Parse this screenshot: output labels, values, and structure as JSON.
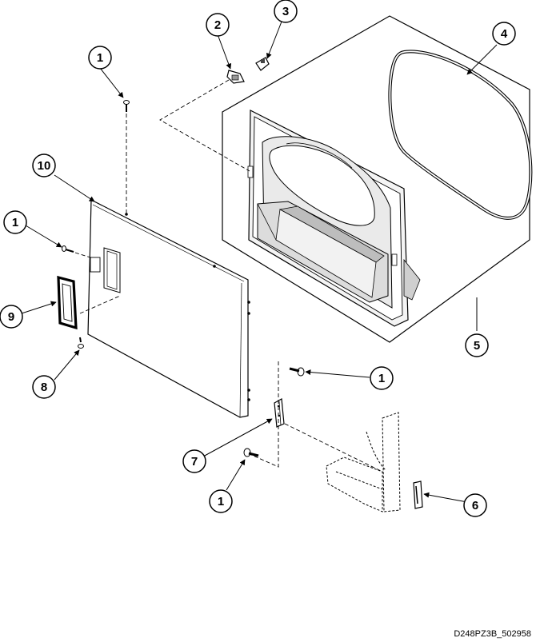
{
  "diagram": {
    "code": "D248PZ3B_502958",
    "callouts": [
      {
        "id": "c1a",
        "label": "1"
      },
      {
        "id": "c2",
        "label": "2"
      },
      {
        "id": "c3",
        "label": "3"
      },
      {
        "id": "c4",
        "label": "4"
      },
      {
        "id": "c10",
        "label": "10"
      },
      {
        "id": "c1b",
        "label": "1"
      },
      {
        "id": "c9",
        "label": "9"
      },
      {
        "id": "c8",
        "label": "8"
      },
      {
        "id": "c5",
        "label": "5"
      },
      {
        "id": "c1c",
        "label": "1"
      },
      {
        "id": "c7",
        "label": "7"
      },
      {
        "id": "c6",
        "label": "6"
      },
      {
        "id": "c1d",
        "label": "1"
      }
    ]
  }
}
